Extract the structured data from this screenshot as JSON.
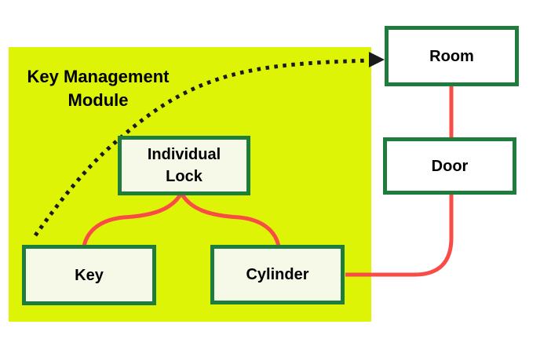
{
  "module": {
    "title_line1": "Key Management",
    "title_line2": "Module"
  },
  "nodes": {
    "individual_lock": {
      "line1": "Individual",
      "line2": "Lock"
    },
    "key": {
      "label": "Key"
    },
    "cylinder": {
      "label": "Cylinder"
    },
    "room": {
      "label": "Room"
    },
    "door": {
      "label": "Door"
    }
  },
  "connections": [
    {
      "from": "Room",
      "to": "Door",
      "type": "solid-red-line"
    },
    {
      "from": "Door",
      "to": "Cylinder",
      "type": "solid-red-line"
    },
    {
      "from": "Individual Lock",
      "to": "Key",
      "type": "red-brace"
    },
    {
      "from": "Individual Lock",
      "to": "Cylinder",
      "type": "red-brace"
    },
    {
      "from": "Key Management Module",
      "to": "Room",
      "type": "dotted-black-arrow"
    }
  ],
  "colors": {
    "module_bg": "#def407",
    "box_border": "#1e7d3c",
    "box_fill_cream": "#f7f9e8",
    "box_fill_white": "#ffffff",
    "connector_red": "#f94c47",
    "arrow_black": "#1a1a1a"
  }
}
